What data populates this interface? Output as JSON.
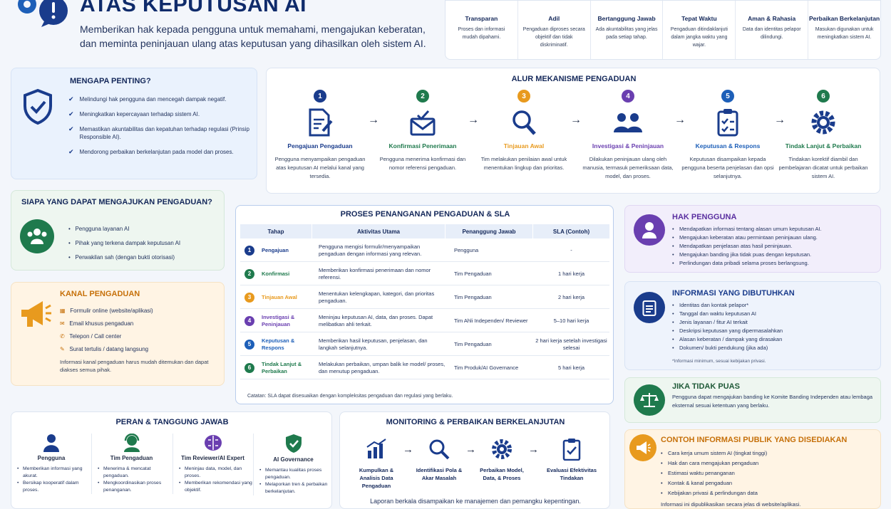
{
  "header": {
    "title": "ATAS KEPUTUSAN AI",
    "subtitle": "Memberikan hak kepada pengguna untuk memahami, mengajukan keberatan, dan meminta peninjauan ulang atas keputusan yang dihasilkan oleh sistem AI."
  },
  "principles": [
    {
      "title": "Transparan",
      "desc": "Proses dan informasi mudah dipahami."
    },
    {
      "title": "Adil",
      "desc": "Pengaduan diproses secara objektif dan tidak diskriminatif."
    },
    {
      "title": "Bertanggung Jawab",
      "desc": "Ada akuntabilitas yang jelas pada setiap tahap."
    },
    {
      "title": "Tepat Waktu",
      "desc": "Pengaduan ditindaklanjuti dalam jangka waktu yang wajar."
    },
    {
      "title": "Aman & Rahasia",
      "desc": "Data dan identitas pelapor dilindungi."
    },
    {
      "title": "Perbaikan Berkelanjutan",
      "desc": "Masukan digunakan untuk meningkatkan sistem AI."
    }
  ],
  "why": {
    "title": "MENGAPA PENTING?",
    "items": [
      "Melindungi hak pengguna dan mencegah dampak negatif.",
      "Meningkatkan kepercayaan terhadap sistem AI.",
      "Memastikan akuntabilitas dan kepatuhan terhadap regulasi (Prinsip Responsible AI).",
      "Mendorong perbaikan berkelanjutan pada model dan proses."
    ]
  },
  "flow": {
    "title": "ALUR MEKANISME PENGADUAN",
    "steps": [
      {
        "num": "1",
        "title": "Pengajuan Pengaduan",
        "desc": "Pengguna menyampaikan pengaduan atas keputusan AI melalui kanal yang tersedia.",
        "color": "#1a3c8c"
      },
      {
        "num": "2",
        "title": "Konfirmasi Penerimaan",
        "desc": "Pengguna menerima konfirmasi dan nomor referensi pengaduan.",
        "color": "#1f7a4d"
      },
      {
        "num": "3",
        "title": "Tinjauan Awal",
        "desc": "Tim melakukan penilaian awal untuk menentukan lingkup dan prioritas.",
        "color": "#e89a1e"
      },
      {
        "num": "4",
        "title": "Investigasi & Peninjauan",
        "desc": "Dilakukan peninjauan ulang oleh manusia, termasuk pemeriksaan data, model, dan proses.",
        "color": "#6a3fb0"
      },
      {
        "num": "5",
        "title": "Keputusan & Respons",
        "desc": "Keputusan disampaikan kepada pengguna beserta penjelasan dan opsi selanjutnya.",
        "color": "#1d5fb8"
      },
      {
        "num": "6",
        "title": "Tindak Lanjut & Perbaikan",
        "desc": "Tindakan korektif diambil dan pembelajaran dicatat untuk perbaikan sistem AI.",
        "color": "#1f7a4d"
      }
    ]
  },
  "who": {
    "title": "SIAPA YANG DAPAT MENGAJUKAN PENGADUAN?",
    "items": [
      "Pengguna layanan AI",
      "Pihak yang terkena dampak keputusan AI",
      "Perwakilan sah (dengan bukti otorisasi)"
    ]
  },
  "kanal": {
    "title": "KANAL PENGADUAN",
    "items": [
      "Formulir online (website/aplikasi)",
      "Email khusus pengaduan",
      "Telepon / Call center",
      "Surat tertulis / datang langsung"
    ],
    "note": "Informasi kanal pengaduan harus mudah ditemukan dan dapat diakses semua pihak."
  },
  "table": {
    "title": "PROSES PENANGANAN PENGADUAN & SLA",
    "headers": [
      "Tahap",
      "Aktivitas Utama",
      "Penanggung Jawab",
      "SLA (Contoh)"
    ],
    "rows": [
      {
        "num": "1",
        "stage": "Pengajuan",
        "activity": "Pengguna mengisi formulir/menyampaikan pengaduan dengan informasi yang relevan.",
        "owner": "Pengguna",
        "sla": "-"
      },
      {
        "num": "2",
        "stage": "Konfirmasi",
        "activity": "Memberikan konfirmasi penerimaan dan nomor referensi.",
        "owner": "Tim Pengaduan",
        "sla": "1 hari kerja"
      },
      {
        "num": "3",
        "stage": "Tinjauan Awal",
        "activity": "Menentukan kelengkapan, kategori, dan prioritas pengaduan.",
        "owner": "Tim Pengaduan",
        "sla": "2 hari kerja"
      },
      {
        "num": "4",
        "stage": "Investigasi & Peninjauan",
        "activity": "Meninjau keputusan AI, data, dan proses. Dapat melibatkan ahli terkait.",
        "owner": "Tim Ahli Independen/ Reviewer",
        "sla": "5–10 hari kerja"
      },
      {
        "num": "5",
        "stage": "Keputusan & Respons",
        "activity": "Memberikan hasil keputusan, penjelasan, dan langkah selanjutnya.",
        "owner": "Tim Pengaduan",
        "sla": "2 hari kerja setelah investigasi selesai"
      },
      {
        "num": "6",
        "stage": "Tindak Lanjut & Perbaikan",
        "activity": "Melakukan perbaikan, umpan balik ke model/ proses, dan menutup pengaduan.",
        "owner": "Tim Produk/AI Governance",
        "sla": "5 hari kerja"
      }
    ],
    "note": "Catatan: SLA dapat disesuaikan dengan kompleksitas pengaduan dan regulasi yang berlaku."
  },
  "rights": {
    "title": "HAK PENGGUNA",
    "items": [
      "Mendapatkan informasi tentang alasan umum keputusan AI.",
      "Mengajukan keberatan atau permintaan peninjauan ulang.",
      "Mendapatkan penjelasan atas hasil peninjauan.",
      "Mengajukan banding jika tidak puas dengan keputusan.",
      "Perlindungan data pribadi selama proses berlangsung."
    ]
  },
  "info": {
    "title": "INFORMASI YANG DIBUTUHKAN",
    "items": [
      "Identitas dan kontak pelapor*",
      "Tanggal dan waktu keputusan AI",
      "Jenis layanan / fitur AI terkait",
      "Deskripsi keputusan yang dipermasalahkan",
      "Alasan keberatan / dampak yang dirasakan",
      "Dokumen/ bukti pendukung (jika ada)"
    ],
    "note": "*Informasi minimum, sesuai kebijakan privasi."
  },
  "appeal": {
    "title": "JIKA TIDAK PUAS",
    "desc": "Pengguna dapat mengajukan banding ke Komite Banding Independen atau lembaga eksternal sesuai ketentuan yang berlaku."
  },
  "publik": {
    "title": "CONTOH INFORMASI PUBLIK YANG DISEDIAKAN",
    "items": [
      "Cara kerja umum sistem AI (tingkat tinggi)",
      "Hak dan cara mengajukan pengaduan",
      "Estimasi waktu penanganan",
      "Kontak & kanal pengaduan",
      "Kebijakan privasi & perlindungan data"
    ],
    "note": "Informasi ini dipublikasikan secara jelas di website/aplikasi."
  },
  "peran": {
    "title": "PERAN & TANGGUNG JAWAB",
    "roles": [
      {
        "title": "Pengguna",
        "items": [
          "Memberikan informasi yang akurat.",
          "Bersikap kooperatif dalam proses."
        ]
      },
      {
        "title": "Tim Pengaduan",
        "items": [
          "Menerima & mencatat pengaduan.",
          "Mengkoordinasikan proses penanganan."
        ]
      },
      {
        "title": "Tim Reviewer/AI Expert",
        "items": [
          "Meninjau data, model, dan proses.",
          "Memberikan rekomendasi yang objektif."
        ]
      },
      {
        "title": "AI Governance",
        "items": [
          "Memantau kualitas proses pengaduan.",
          "Melaporkan tren & perbaikan berkelanjutan."
        ]
      }
    ]
  },
  "monitoring": {
    "title": "MONITORING & PERBAIKAN BERKELANJUTAN",
    "steps": [
      "Kumpulkan & Analisis Data Pengaduan",
      "Identifikasi Pola & Akar Masalah",
      "Perbaikan Model, Data, & Proses",
      "Evaluasi Efektivitas Tindakan"
    ],
    "note": "Laporan berkala disampaikan ke manajemen dan pemangku kepentingan."
  }
}
